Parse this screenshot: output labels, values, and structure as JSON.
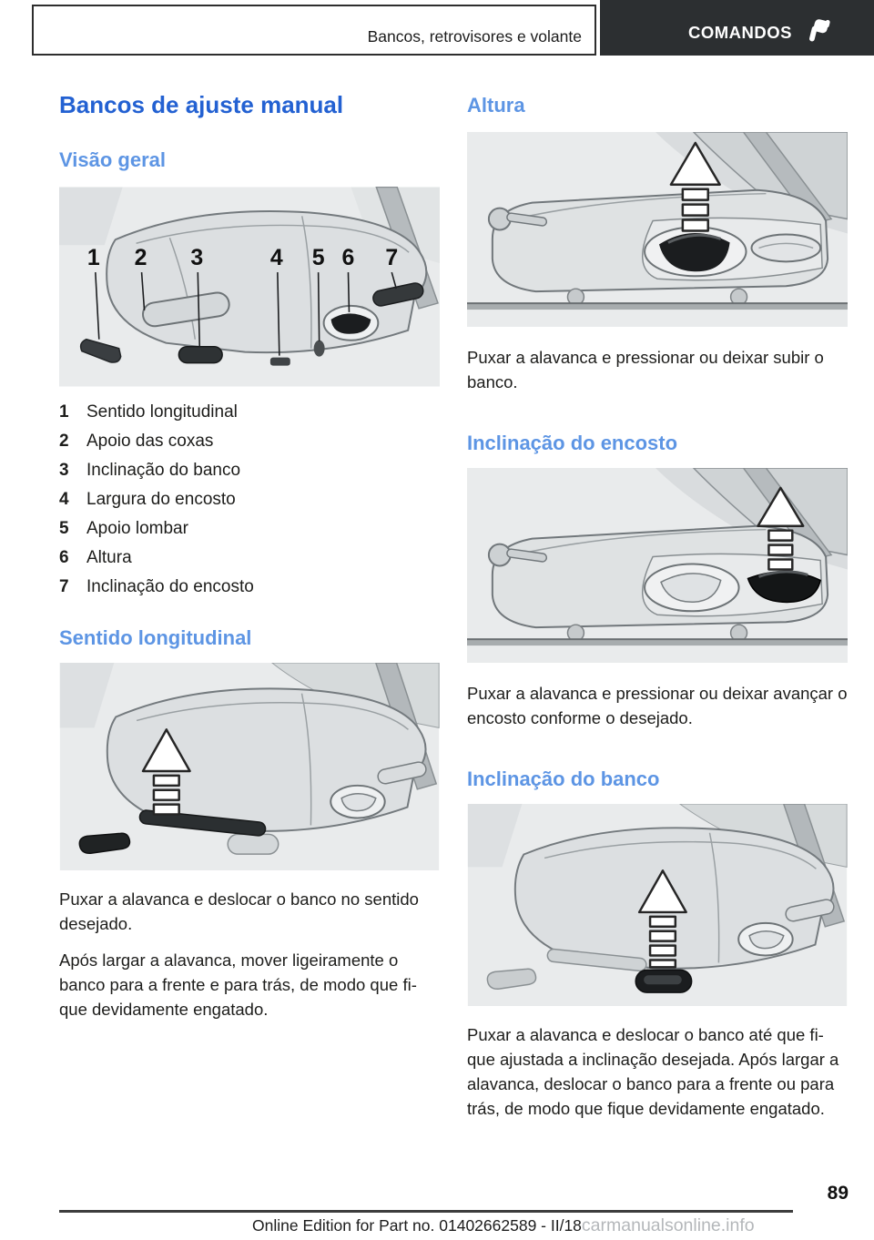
{
  "header": {
    "chapter": "Bancos, retrovisores e volante",
    "tab": "COMANDOS"
  },
  "title": "Bancos de ajuste manual",
  "colors": {
    "heading_primary": "#2361d2",
    "heading_secondary": "#5d95e4",
    "tab_background": "#2c2f31",
    "illustration_background": "#e9ebec",
    "watermark_gray": "#b4b7ba"
  },
  "sections": {
    "overview": {
      "heading": "Visão geral"
    },
    "sentido": {
      "heading": "Sentido longitudinal",
      "para1": "Puxar a alavanca e deslocar o banco no sentido\ndesejado.",
      "para2": "Após largar a alavanca, mover ligeiramente o\nbanco para a frente e para trás, de modo que fi-\nque devidamente engatado."
    },
    "altura": {
      "heading": "Altura",
      "para": "Puxar a alavanca e pressionar ou deixar subir o\nbanco."
    },
    "encosto": {
      "heading": "Inclinação do encosto",
      "para": "Puxar a alavanca e pressionar ou deixar avançar o\nencosto conforme o desejado."
    },
    "banco": {
      "heading": "Inclinação do banco",
      "para": "Puxar a alavanca e deslocar o banco até que fi-\nque ajustada a inclinação desejada. Após largar a\nalavanca, deslocar o banco para a frente ou para\ntrás, de modo que fique devidamente engatado."
    }
  },
  "legend": [
    {
      "num": "1",
      "label": "Sentido longitudinal"
    },
    {
      "num": "2",
      "label": "Apoio das coxas"
    },
    {
      "num": "3",
      "label": "Inclinação do banco"
    },
    {
      "num": "4",
      "label": "Largura do encosto"
    },
    {
      "num": "5",
      "label": "Apoio lombar"
    },
    {
      "num": "6",
      "label": "Altura"
    },
    {
      "num": "7",
      "label": "Inclinação do encosto"
    }
  ],
  "footer": {
    "page_number": "89",
    "edition": "Online Edition for Part no. 01402662589 - II/18",
    "watermark": "carmanualsonline.info"
  }
}
